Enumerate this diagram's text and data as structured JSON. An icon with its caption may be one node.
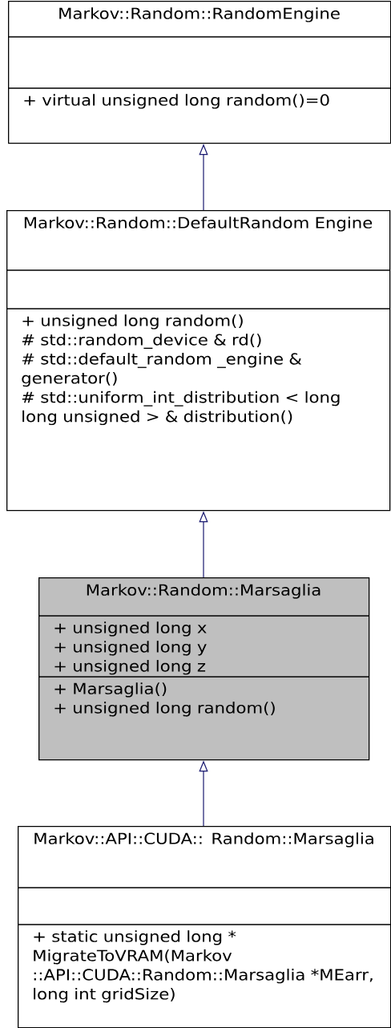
{
  "diagram": {
    "nodes": [
      {
        "text": [
          "Markov::Random::RandomEngine",
          "+ virtual unsigned long random()=0"
        ]
      },
      {
        "text": [
          "Markov::Random::DefaultRandom Engine",
          "+ unsigned long random()",
          "# std::random_device & rd()",
          "# std::default_random _engine & generator()",
          "# std::uniform_int_distribution < long long unsigned > & distribution()"
        ]
      },
      {
        "text": [
          "Markov::Random::Marsaglia",
          "+ unsigned long x",
          "+ unsigned long y",
          "+ unsigned long z",
          "+ Marsaglia()",
          "+ unsigned long random()"
        ]
      },
      {
        "text": [
          "Markov::API::CUDA:: Random::Marsaglia",
          "+ static unsigned long * MigrateToVRAM(Markov ::API::CUDA::Random::Marsaglia *MEarr, long int gridSize)"
        ]
      }
    ],
    "edges": [
      {
        "from": 1,
        "to": 0,
        "arrow": "to"
      },
      {
        "from": 2,
        "to": 1,
        "arrow": "to"
      },
      {
        "from": 3,
        "to": 2,
        "arrow": "to"
      }
    ]
  }
}
